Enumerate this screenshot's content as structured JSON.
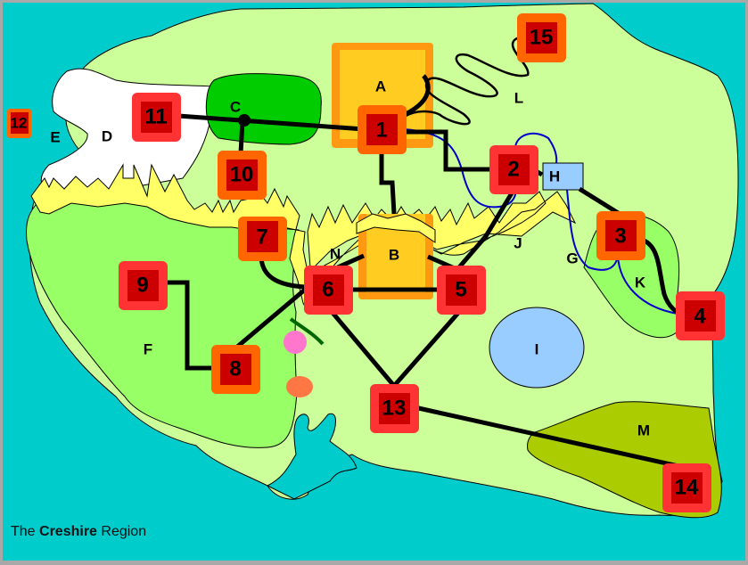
{
  "title": {
    "prefix": "The ",
    "bold": "Creshire",
    "suffix": " Region"
  },
  "colors": {
    "sea": "#00CCCC",
    "land": "#CCFF99",
    "meadow": "#99FF66",
    "forest": "#00CC00",
    "snow": "#FFFFFF",
    "ridge": "#FFFF66",
    "town_fill": "#FFCC22",
    "town_border": "#FF9911",
    "lake": "#99CCFF",
    "swamp": "#AACC00",
    "node_red_outer": "#FF3333",
    "node_orange_outer": "#FF6600",
    "node_inner": "#CC0000",
    "road": "#000000",
    "river": "#0000CC"
  },
  "regions": [
    {
      "id": "A",
      "label": "A",
      "type": "town"
    },
    {
      "id": "B",
      "label": "B",
      "type": "town"
    },
    {
      "id": "C",
      "label": "C",
      "type": "forest"
    },
    {
      "id": "D",
      "label": "D",
      "type": "snowfield"
    },
    {
      "id": "E",
      "label": "E",
      "type": "sea"
    },
    {
      "id": "F",
      "label": "F",
      "type": "meadow"
    },
    {
      "id": "G",
      "label": "G",
      "type": "river"
    },
    {
      "id": "H",
      "label": "H",
      "type": "building"
    },
    {
      "id": "I",
      "label": "I",
      "type": "lake"
    },
    {
      "id": "J",
      "label": "J",
      "type": "mountain-ridge"
    },
    {
      "id": "K",
      "label": "K",
      "type": "meadow"
    },
    {
      "id": "L",
      "label": "L",
      "type": "winding-road"
    },
    {
      "id": "M",
      "label": "M",
      "type": "swamp"
    },
    {
      "id": "N",
      "label": "N",
      "type": "pass"
    }
  ],
  "nodes": [
    {
      "id": 1,
      "label": "1",
      "style": "orange"
    },
    {
      "id": 2,
      "label": "2",
      "style": "red"
    },
    {
      "id": 3,
      "label": "3",
      "style": "orange"
    },
    {
      "id": 4,
      "label": "4",
      "style": "red"
    },
    {
      "id": 5,
      "label": "5",
      "style": "red"
    },
    {
      "id": 6,
      "label": "6",
      "style": "red"
    },
    {
      "id": 7,
      "label": "7",
      "style": "orange"
    },
    {
      "id": 8,
      "label": "8",
      "style": "orange"
    },
    {
      "id": 9,
      "label": "9",
      "style": "red"
    },
    {
      "id": 10,
      "label": "10",
      "style": "orange"
    },
    {
      "id": 11,
      "label": "11",
      "style": "red"
    },
    {
      "id": 12,
      "label": "12",
      "style": "orange"
    },
    {
      "id": 13,
      "label": "13",
      "style": "red"
    },
    {
      "id": 14,
      "label": "14",
      "style": "red"
    },
    {
      "id": 15,
      "label": "15",
      "style": "orange"
    }
  ],
  "roads": [
    {
      "from": "11",
      "to": "1",
      "via": "C"
    },
    {
      "from": "C",
      "to": "10"
    },
    {
      "from": "1",
      "to": "2"
    },
    {
      "from": "1",
      "to": "B"
    },
    {
      "from": "1",
      "to": "15",
      "via": "L"
    },
    {
      "from": "2",
      "to": "H"
    },
    {
      "from": "2",
      "to": "5"
    },
    {
      "from": "H",
      "to": "3"
    },
    {
      "from": "3",
      "to": "4"
    },
    {
      "from": "B",
      "to": "6",
      "via": "N"
    },
    {
      "from": "B",
      "to": "5"
    },
    {
      "from": "6",
      "to": "5"
    },
    {
      "from": "7",
      "to": "6"
    },
    {
      "from": "6",
      "to": "8"
    },
    {
      "from": "9",
      "to": "8"
    },
    {
      "from": "6",
      "to": "13"
    },
    {
      "from": "5",
      "to": "13"
    },
    {
      "from": "13",
      "to": "14"
    }
  ],
  "rivers": [
    {
      "from": "1",
      "to": "2"
    },
    {
      "from": "2",
      "to": "H"
    },
    {
      "from": "H",
      "to": "3",
      "via": "G"
    },
    {
      "from": "3",
      "to": "4"
    }
  ]
}
